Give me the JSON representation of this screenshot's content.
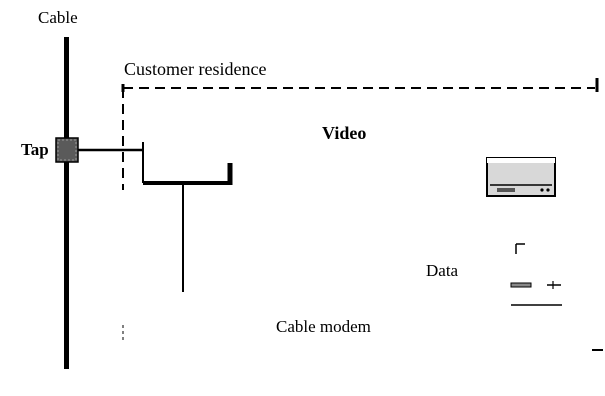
{
  "diagram": {
    "labels": {
      "cable": "Cable",
      "customer_residence": "Customer residence",
      "tap": "Tap",
      "video": "Video",
      "data": "Data",
      "cable_modem": "Cable modem"
    }
  },
  "colors": {
    "line": "#000000",
    "tap_fill": "#5a5a5a",
    "monitor_screen": "#d8d8d8",
    "background": "#ffffff"
  },
  "icons": [
    "tv-monitor-icon",
    "computer-icon"
  ]
}
